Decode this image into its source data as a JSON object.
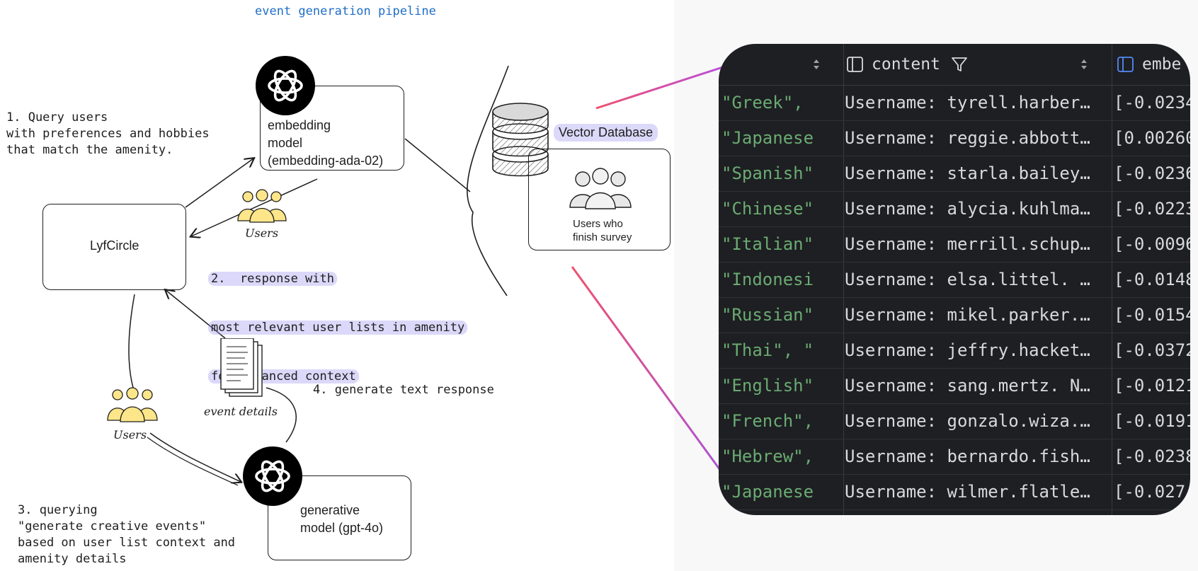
{
  "diagram": {
    "title": "event generation pipeline",
    "notes": {
      "query": "1. Query users\nwith preferences and hobbies\nthat match the amenity.",
      "response_lines": [
        "2.  response with",
        "most relevant user lists in amenity",
        "for enhanced context"
      ],
      "generate": "4. generate text response",
      "querying": "3. querying\n\"generate creative events\"\nbased on user list context and\namenity details"
    },
    "nodes": {
      "lyfcircle": "LyfCircle",
      "embedding_model": "embedding\nmodel\n(embedding-ada-02)",
      "generative_model": "generative\nmodel (gpt-4o)",
      "vector_db": "Vector Database",
      "survey_users": "Users who\nfinish survey"
    },
    "labels": {
      "users_top": "Users",
      "users_bottom": "Users",
      "event_details": "event details"
    },
    "colors": {
      "title": "#1f6fc7",
      "highlight": "#a098f0",
      "user_fill": "#fde68a",
      "connector_start": "#f0506e",
      "connector_end": "#9f55e8"
    }
  },
  "table": {
    "headers": [
      "content",
      "embe"
    ],
    "rows": [
      {
        "lang": "\"Greek\",",
        "content": "Username: tyrell.harber…",
        "embedding": "[-0.0234"
      },
      {
        "lang": "\"Japanese",
        "content": "Username: reggie.abbott…",
        "embedding": "[0.00260"
      },
      {
        "lang": "\"Spanish\"",
        "content": "Username: starla.bailey…",
        "embedding": "[-0.0236"
      },
      {
        "lang": "\"Chinese\"",
        "content": "Username: alycia.kuhlma…",
        "embedding": "[-0.0223"
      },
      {
        "lang": "\"Italian\"",
        "content": "Username: merrill.schup…",
        "embedding": "[-0.0096"
      },
      {
        "lang": "\"Indonesi",
        "content": "Username: elsa.littel. …",
        "embedding": "[-0.0148"
      },
      {
        "lang": "\"Russian\"",
        "content": "Username: mikel.parker.…",
        "embedding": "[-0.0154"
      },
      {
        "lang": "\"Thai\", \"",
        "content": "Username: jeffry.hacket…",
        "embedding": "[-0.0372"
      },
      {
        "lang": "\"English\"",
        "content": "Username: sang.mertz. N…",
        "embedding": "[-0.0121"
      },
      {
        "lang": "\"French\",",
        "content": "Username: gonzalo.wiza.…",
        "embedding": "[-0.0191"
      },
      {
        "lang": "\"Hebrew\",",
        "content": "Username: bernardo.fish…",
        "embedding": "[-0.0238"
      },
      {
        "lang": "\"Japanese",
        "content": "Username: wilmer.flatle…",
        "embedding": "[-0.027"
      }
    ],
    "colors": {
      "background": "#1e1f22",
      "string": "#6aab73",
      "text": "#d7d9dc",
      "grid": "#393b40"
    },
    "icons": [
      "sort-icon",
      "column-icon",
      "filter-icon"
    ]
  }
}
